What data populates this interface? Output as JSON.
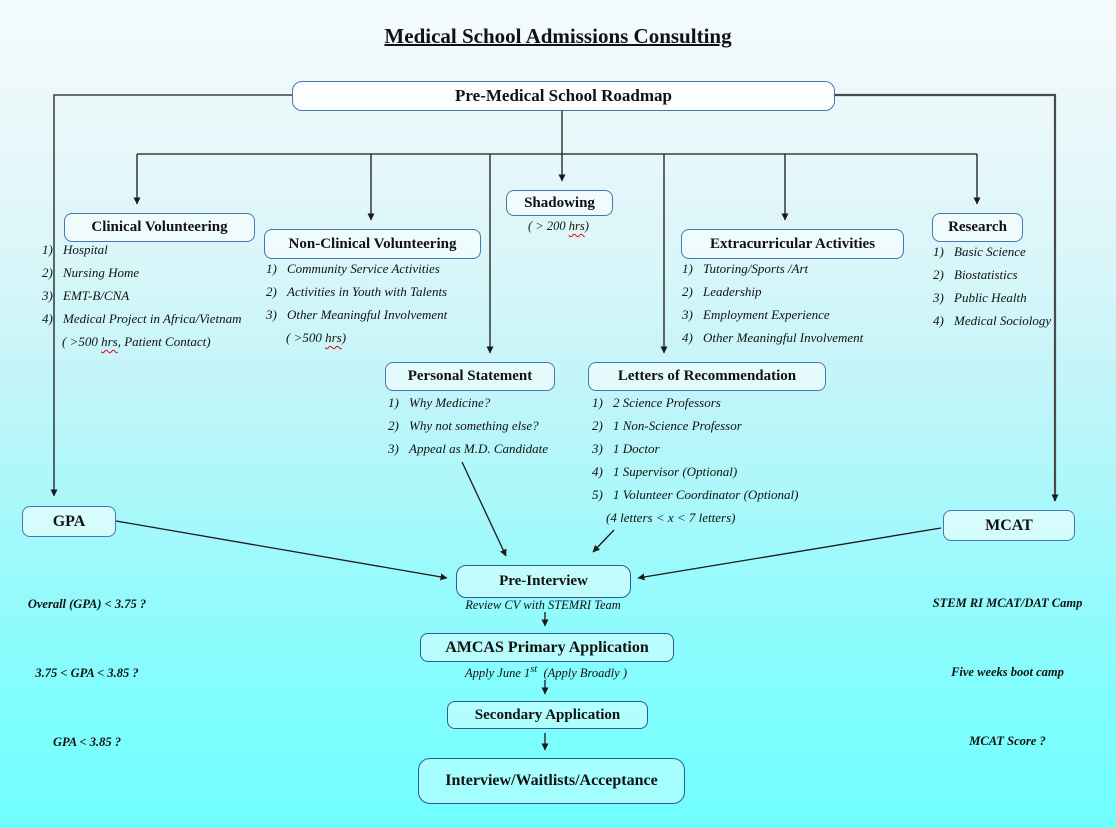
{
  "page": {
    "title": "Medical School Admissions Consulting"
  },
  "roadmap": {
    "label": "Pre-Medical School Roadmap"
  },
  "branches": {
    "clinical": {
      "title": "Clinical Volunteering",
      "items": [
        {
          "n": "1)",
          "t": "Hospital"
        },
        {
          "n": "2)",
          "t": "Nursing Home"
        },
        {
          "n": "3)",
          "t": "EMT-B/CNA"
        },
        {
          "n": "4)",
          "t": "Medical Project in Africa/Vietnam"
        }
      ],
      "note": {
        "pre": "( >500 ",
        "wavy": "hrs",
        "post": ", Patient Contact)"
      }
    },
    "non_clinical": {
      "title": "Non-Clinical Volunteering",
      "items": [
        {
          "n": "1)",
          "t": "Community Service Activities"
        },
        {
          "n": "2)",
          "t": "Activities in Youth with Talents"
        },
        {
          "n": "3)",
          "t": "Other Meaningful Involvement"
        }
      ],
      "note": {
        "pre": "( >500 ",
        "wavy": "hrs",
        "post": ")"
      }
    },
    "shadowing": {
      "title": "Shadowing",
      "note": {
        "pre": "( > 200 ",
        "wavy": "hrs",
        "post": ")"
      }
    },
    "extracurricular": {
      "title": "Extracurricular Activities",
      "items": [
        {
          "n": "1)",
          "t": "Tutoring/Sports /Art"
        },
        {
          "n": "2)",
          "t": "Leadership"
        },
        {
          "n": "3)",
          "t": "Employment Experience"
        },
        {
          "n": "4)",
          "t": "Other Meaningful Involvement"
        }
      ]
    },
    "research": {
      "title": "Research",
      "items": [
        {
          "n": "1)",
          "t": "Basic Science"
        },
        {
          "n": "2)",
          "t": "Biostatistics"
        },
        {
          "n": "3)",
          "t": "Public Health"
        },
        {
          "n": "4)",
          "t": "Medical Sociology"
        }
      ]
    },
    "personal_statement": {
      "title": "Personal Statement",
      "items": [
        {
          "n": "1)",
          "t": "Why Medicine?"
        },
        {
          "n": "2)",
          "t": "Why not something else?"
        },
        {
          "n": "3)",
          "t": "Appeal as M.D. Candidate"
        }
      ]
    },
    "letters": {
      "title": "Letters of Recommendation",
      "items": [
        {
          "n": "1)",
          "t": "2 Science Professors"
        },
        {
          "n": "2)",
          "t": "1 Non-Science Professor"
        },
        {
          "n": "3)",
          "t": "1 Doctor"
        },
        {
          "n": "4)",
          "t": "1 Supervisor (Optional)"
        },
        {
          "n": "5)",
          "t": "1 Volunteer Coordinator (Optional)"
        }
      ],
      "note": "(4 letters < x < 7 letters)"
    },
    "gpa": {
      "title": "GPA",
      "lines": [
        "Overall (GPA) < 3.75 ?",
        "3.75 < GPA < 3.85 ?",
        "GPA < 3.85 ?"
      ]
    },
    "mcat": {
      "title": "MCAT",
      "lines": [
        "STEM RI MCAT/DAT Camp",
        "Five weeks boot camp",
        "MCAT Score ?"
      ]
    }
  },
  "pipeline": {
    "pre_interview": {
      "title": "Pre-Interview",
      "note": "Review CV with STEMRI Team"
    },
    "amcas": {
      "title": "AMCAS Primary Application",
      "note_pre": "Apply June 1",
      "note_sup": "st",
      "note_post": "  (Apply Broadly )"
    },
    "secondary": {
      "title": "Secondary Application"
    },
    "final": {
      "title": "Interview/Waitlists/Acceptance"
    }
  },
  "colors": {
    "box_border": "#4576b5",
    "pipeline_border": "#2d5b94",
    "line": "#1a1a1a",
    "side_line_gray": "#4a4a4a",
    "squiggle": "#ee0000",
    "bg_top": "#f4fbfd",
    "bg_bottom": "#6ffffe"
  }
}
